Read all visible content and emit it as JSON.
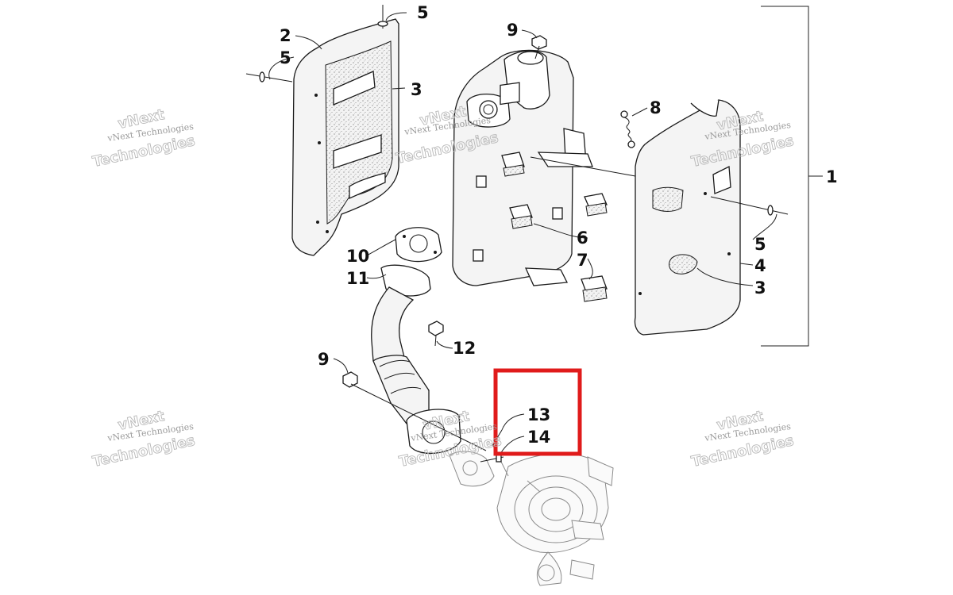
{
  "callouts": {
    "c1": "1",
    "c2": "2",
    "c3a": "3",
    "c3b": "3",
    "c4": "4",
    "c5a": "5",
    "c5b": "5",
    "c5c": "5",
    "c6": "6",
    "c7": "7",
    "c8": "8",
    "c9a": "9",
    "c9b": "9",
    "c10": "10",
    "c11": "11",
    "c12": "12",
    "c13": "13",
    "c14": "14"
  },
  "watermark": {
    "line": "vNext Technologies",
    "big_top": "vNext",
    "big_bottom": "Technologies"
  },
  "highlight_color": "#e01b1b"
}
